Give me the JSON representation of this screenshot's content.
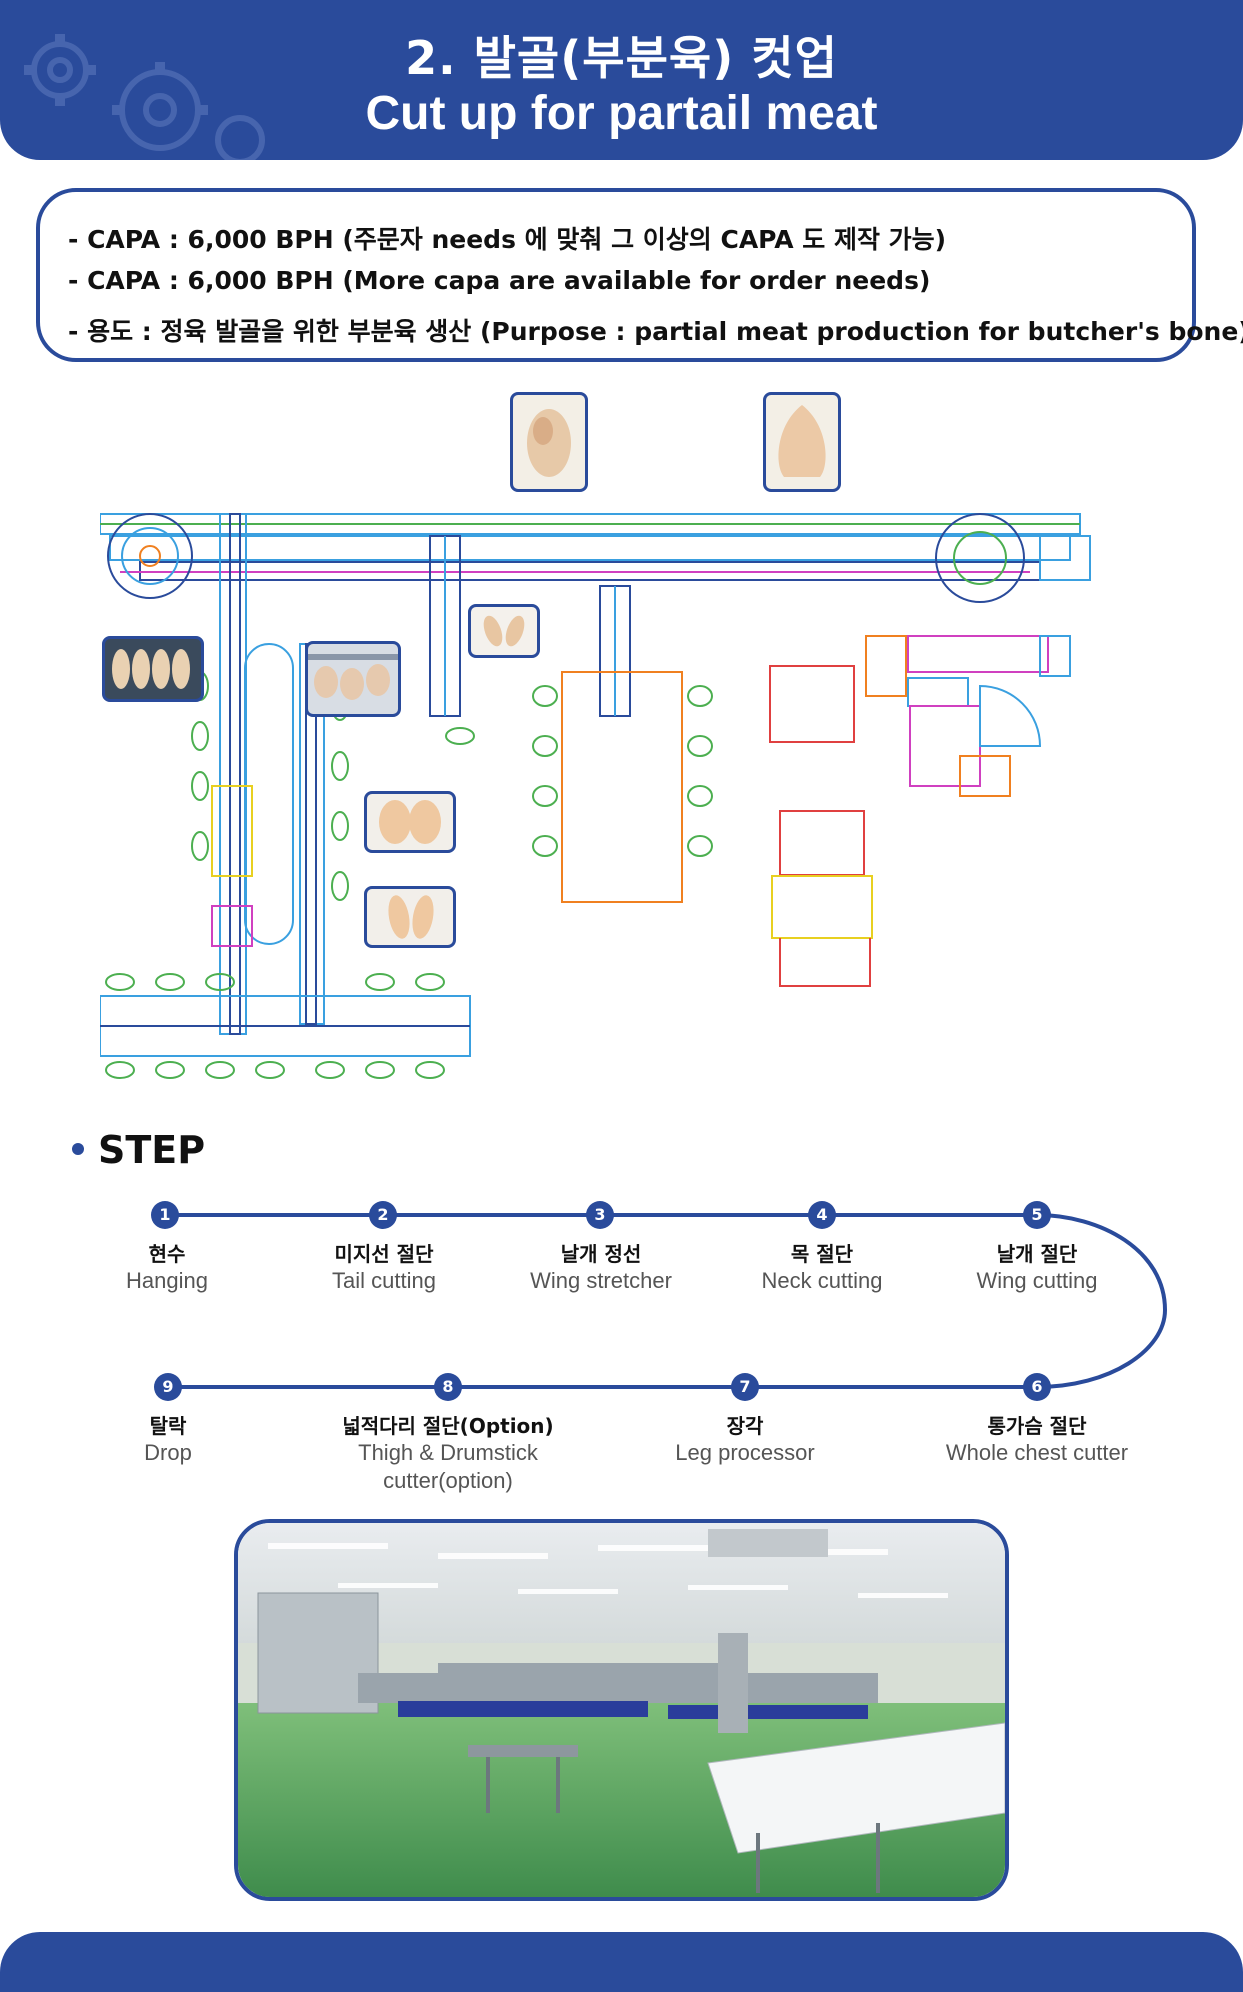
{
  "header": {
    "title_ko": "2. 발골(부분육) 컷업",
    "title_en": "Cut up for partail meat"
  },
  "capa": {
    "line1": "- CAPA : 6,000 BPH (주문자 needs 에 맞춰 그 이상의 CAPA 도 제작 가능)",
    "line2": "- CAPA : 6,000 BPH (More capa are available for order needs)",
    "line3": "- 용도 : 정육 발골을 위한 부분육 생산 (Purpose : partial meat production for butcher's bone)"
  },
  "step_heading": "STEP",
  "steps": [
    {
      "num": "1",
      "ko": "현수",
      "en": "Hanging"
    },
    {
      "num": "2",
      "ko": "미지선 절단",
      "en": "Tail cutting"
    },
    {
      "num": "3",
      "ko": "날개 정선",
      "en": "Wing stretcher"
    },
    {
      "num": "4",
      "ko": "목 절단",
      "en": "Neck cutting"
    },
    {
      "num": "5",
      "ko": "날개 절단",
      "en": "Wing cutting"
    },
    {
      "num": "6",
      "ko": "통가슴 절단",
      "en": "Whole chest cutter"
    },
    {
      "num": "7",
      "ko": "장각",
      "en": "Leg processor"
    },
    {
      "num": "8",
      "ko": "넓적다리 절단(Option)",
      "en": "Thigh & Drumstick",
      "en2": "cutter(option)"
    },
    {
      "num": "9",
      "ko": "탈락",
      "en": "Drop"
    }
  ],
  "colors": {
    "brand": "#2a4b9b",
    "cad_blue": "#3aa0e0",
    "cad_green": "#4caf50",
    "cad_orange": "#f08020",
    "cad_magenta": "#d040c0",
    "cad_red": "#e04040",
    "floor_green": "#5aa060"
  }
}
